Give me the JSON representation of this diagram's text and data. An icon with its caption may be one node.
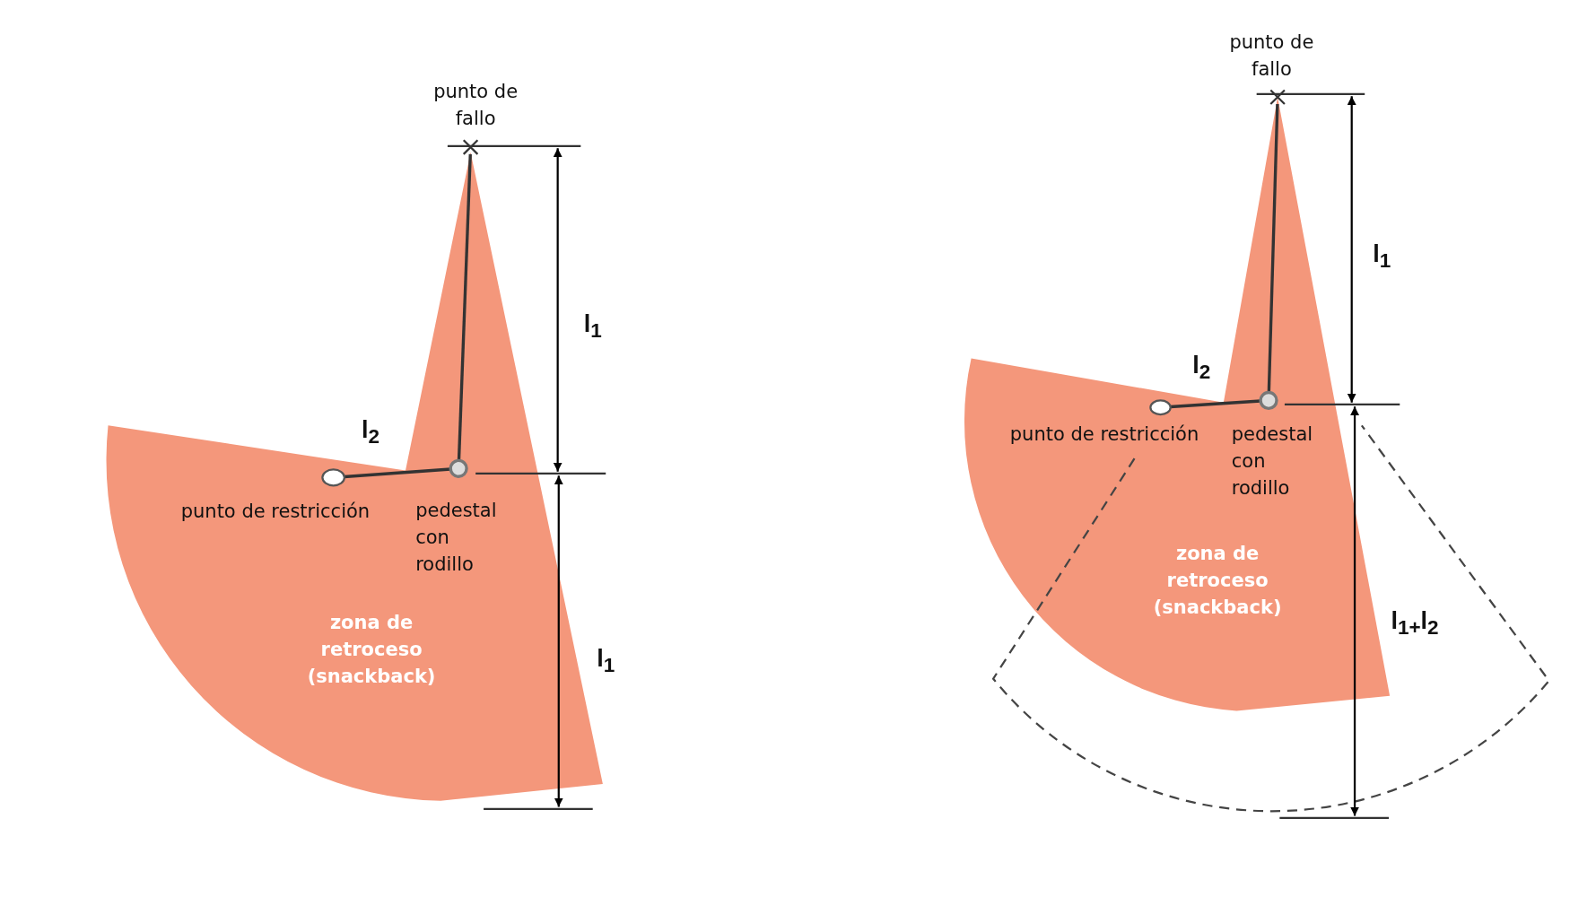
{
  "diagram": {
    "nodes": [
      {
        "text": [],
        "shape": "cross",
        "beside": [
          "punto de fallo"
        ]
      },
      {
        "text": [],
        "shape": "circle",
        "beside": [
          "pedestal con rodillo"
        ]
      },
      {
        "text": [],
        "shape": "circle",
        "beside": [
          "punto de restricción"
        ]
      },
      {
        "text": [],
        "shape": "cross",
        "beside": [
          "punto de fallo"
        ]
      },
      {
        "text": [],
        "shape": "circle",
        "beside": [
          "pedestal con rodillo"
        ]
      },
      {
        "text": [],
        "shape": "circle",
        "beside": [
          "punto de restricción"
        ]
      }
    ],
    "edges": [
      {
        "from": 0,
        "to": 1,
        "arrow": "none"
      },
      {
        "from": 1,
        "to": 2,
        "arrow": "none"
      },
      {
        "from": 3,
        "to": 4,
        "arrow": "none"
      },
      {
        "from": 4,
        "to": 5,
        "arrow": "none"
      }
    ],
    "labels": [
      "l$_{1}$",
      "l$_{2}$",
      "zona de retroceso (snackback)",
      "l$_{1}$",
      "l$_{1}$",
      "l$_{2}$",
      "zona de retroceso (snackback)",
      "l$_{1+}$l$_{2}$"
    ]
  }
}
